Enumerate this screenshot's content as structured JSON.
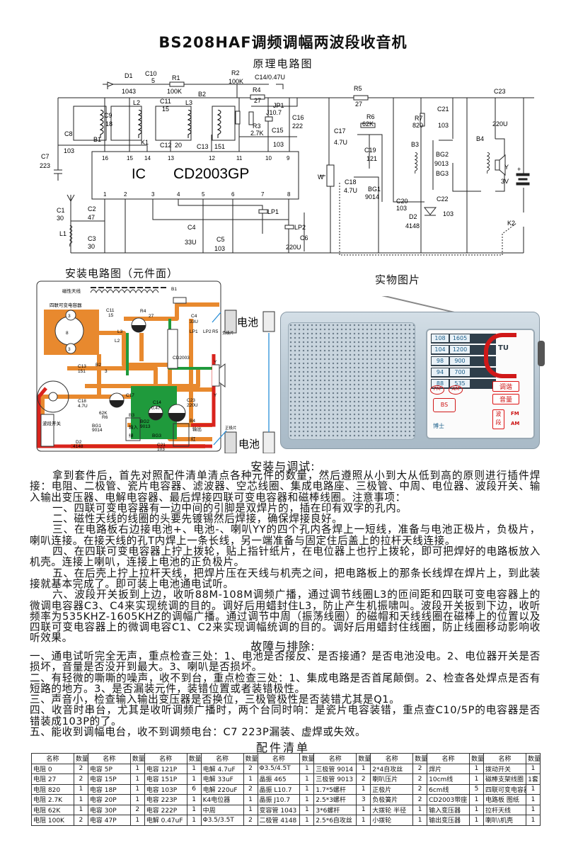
{
  "title": "BS208HAF调频调幅两波段收音机",
  "schematic": {
    "title": "原理电路图",
    "ic_label": "IC",
    "ic_model": "CD2003GP",
    "top_pins": [
      "16",
      "15",
      "14",
      "13",
      "12",
      "11",
      "10",
      "9"
    ],
    "bottom_pins": [
      "1",
      "2",
      "3",
      "4",
      "5",
      "6",
      "7",
      "8"
    ],
    "labels": [
      "D1",
      "1043",
      "C10",
      "5",
      "R1",
      "100K",
      "R2",
      "100K",
      "C14/0.47U",
      "R4",
      "27",
      "JP1",
      "J10.7",
      "R3",
      "2.7K",
      "C16",
      "222",
      "C15",
      "103",
      "L2",
      "L3",
      "B2",
      "C11",
      "15",
      "C9",
      "18",
      "B1",
      "C8",
      "103",
      "C7",
      "223",
      "K1",
      "C12",
      "20",
      "C13",
      "151",
      "C1",
      "30",
      "C2",
      "47",
      "L1",
      "C3",
      "30",
      "C4",
      "33U",
      "C5",
      "103",
      "LP1",
      "LP2",
      "C6",
      "220U",
      "W",
      "R5",
      "27",
      "C23",
      "220U",
      "R6",
      "62K",
      "C17",
      "4.7U",
      "C19",
      "121",
      "C18",
      "4.7U",
      "BG1",
      "9014",
      "B3",
      "R7",
      "820",
      "C21",
      "103",
      "BG2",
      "9013",
      "BG3",
      "C20",
      "103",
      "C22",
      "103",
      "D2",
      "4148",
      "B4",
      "Y",
      "3V",
      "+",
      "K2"
    ]
  },
  "pcb": {
    "title": "安装电路图（元件面）",
    "labels": [
      "磁性天线",
      "B1",
      "四联可变电容器",
      "8",
      "3",
      "3",
      "3",
      "R4",
      "27",
      "C11",
      "15",
      "L3",
      "L2",
      "C4",
      "33U",
      "LP1",
      "LP2",
      "R5",
      "C13",
      "151",
      "B2",
      "C18",
      "4.7U",
      "C17",
      "62K",
      "R6",
      "BG1",
      "9014",
      "B3",
      "输入",
      "绿",
      "B4",
      "输出",
      "红",
      "D2",
      "4148",
      "C14",
      "0.47",
      "BG2",
      "9013",
      "BG3",
      "C23",
      "220U",
      "CD2003",
      "波段开关",
      "Y",
      "Y",
      "C21",
      "103"
    ],
    "battery_label_top": "电池",
    "battery_label_bottom": "电池",
    "neg_plate": "负极片",
    "pos_plate": "正极片"
  },
  "photo": {
    "title": "实物图片",
    "fm_freqs": [
      "108",
      "104",
      "98",
      "94",
      "88"
    ],
    "am_freqs": [
      "1605",
      "1200",
      "900",
      "700",
      "535"
    ],
    "tune_mark": "TU",
    "tuning_label": "调谐",
    "volume_label": "音量",
    "band_label": "波段",
    "fm": "FM",
    "am": "AM",
    "brand": "博士",
    "logo_fm": "FM",
    "logo_am": "AM",
    "logo_bs": "BS"
  },
  "install": {
    "title": "安装与调试:",
    "paragraphs": [
      "拿到套件后，首先对照配件清单清点各种元件的数量，然后遵照从小到大从低到高的原则进行插件焊接：电阻、二极管、瓷片电容器、滤波器、空芯线圈、集成电路座、三极管、中周、电位器、波段开关、输入输出变压器、电解电容器、最后焊接四联可变电容器和磁棒线圈。注意事项：",
      "一、四联可变电容器有一边中间的引脚是双焊片的，插在印有双字的孔内。",
      "二、磁性天线的线圈的头要先镀锡然后焊接，确保焊接良好。",
      "三、在电路板右边接电池+、电池-、喇叭YY的四个孔内各焊上一短线，准备与电池正极片，负极片，喇叭连接。在接天线的孔T内焊上一条长线，另一端准备与固定住后盖上的拉杆天线连接。",
      "四、在四联可变电容器上拧上拨轮，贴上指针纸片，在电位器上也拧上拨轮，即可把焊好的电路板放入机壳。连接上喇叭，连接上电池的正负极片。",
      "五、在后壳上拧上拉杆天线，把焊片压在天线与机壳之间，把电路板上的那条长线焊在焊片上，到此装接就基本完成了。即可装上电池通电试听。",
      "六、波段开关扳到上边，收听88M-108M调频广播，通过调节线圈L3的匝间距和四联可变电容器上的微调电容器C3、C4来实现统调的目的。调好后用蜡封住L3，防止产生机振啸叫。波段开关扳到下边，收听频率为535KHZ-1605KHZ的调幅广播。通过调节中周（振荡线圈）的磁帽和天线线圈在磁棒上的位置以及四联可变电容器上的微调电容C1、C2来实现调幅统调的目的。调好后用蜡封住线圈，防止线圈移动影响收听效果。"
    ]
  },
  "faults": {
    "title": "故障与排除:",
    "paragraphs": [
      "一、通电试听完全无声，重点检查三处：1、电池是否接反、是否接通？是否电池没电。2、电位器开关是否损坏，音量是否没开到最大。3、喇叭是否损坏。",
      "二、有轻微的嘶嘶的噪声，收不到台，重点检查三处：1、集成电路是否首尾颠倒。2、检查各处焊点是否有短路的地方。3、是否漏装元件，装错位置或者装错极性。",
      "三、声音小，检查输入输出变压器是否换位，三极管极性是否装错尤其是Q1。",
      "四、收音时串台，尤其是收听调频广播时，两个台同时响：是瓷片电容装错，重点查C10/5P的电容器是否错装成103P的了。",
      "五、能收到调幅电台，收不到调频电台：C7 223P漏装、虚焊或失效。"
    ]
  },
  "parts": {
    "title": "配件清单",
    "header_name": "名称",
    "header_qty": "数量",
    "rows": [
      [
        [
          "电阻  0",
          "2"
        ],
        [
          "电容  5P",
          "1"
        ],
        [
          "电容 121P",
          "1"
        ],
        [
          "电解 4.7uF",
          "2"
        ],
        [
          "Φ3.5/4.5T",
          "1"
        ],
        [
          "三极管 9014",
          "1"
        ],
        [
          "2*4自攻丝",
          "2"
        ],
        [
          "焊片",
          "1"
        ],
        [
          "拨动开关",
          "1"
        ]
      ],
      [
        [
          "电阻  27",
          "2"
        ],
        [
          "电容 15P",
          "1"
        ],
        [
          "电容 151P",
          "1"
        ],
        [
          "电解 33uF",
          "1"
        ],
        [
          "晶振 465",
          "1"
        ],
        [
          "三极管 9013",
          "2"
        ],
        [
          "喇叭压片",
          "2"
        ],
        [
          "10cm线",
          "1"
        ],
        [
          "磁棒支架线圈",
          "1套"
        ]
      ],
      [
        [
          "电阻  820",
          "1"
        ],
        [
          "电容 18P",
          "1"
        ],
        [
          "电容 103P",
          "6"
        ],
        [
          "电解 220uF",
          "2"
        ],
        [
          "晶振 L10.7",
          "1"
        ],
        [
          "1.7*5螺杆",
          "1"
        ],
        [
          "正极片",
          "2"
        ],
        [
          "6cm线",
          "5"
        ],
        [
          "四联可变电容器",
          "1"
        ]
      ],
      [
        [
          "电阻 2.7K",
          "1"
        ],
        [
          "电容 20P",
          "1"
        ],
        [
          "电容 223P",
          "1"
        ],
        [
          "K4电位器",
          "1"
        ],
        [
          "晶振 J10.7",
          "1"
        ],
        [
          "2.5*3螺杆",
          "3"
        ],
        [
          "负极簧片",
          "2"
        ],
        [
          "CD2003带座",
          "1"
        ],
        [
          "电路板 图纸",
          "1"
        ]
      ],
      [
        [
          "电阻 62K",
          "1"
        ],
        [
          "电容 30P",
          "2"
        ],
        [
          "电容 222P",
          "1"
        ],
        [
          "中周",
          "1"
        ],
        [
          "变容管 1043",
          "1"
        ],
        [
          "3*6螺杆",
          "1"
        ],
        [
          "大拨轮 半径",
          "1"
        ],
        [
          "输入变压器",
          "1"
        ],
        [
          "拉杆天线",
          "1"
        ]
      ],
      [
        [
          "电阻 100K",
          "2"
        ],
        [
          "电容 47P",
          "1"
        ],
        [
          "电解 0.47uF",
          "1"
        ],
        [
          "Φ3.5/3.5T",
          "2"
        ],
        [
          "二极管 4148",
          "1"
        ],
        [
          "2.5*6自攻丝",
          "1"
        ],
        [
          "小拨轮",
          "1"
        ],
        [
          "输出变压器",
          "1"
        ],
        [
          "喇叭\\机壳",
          "1"
        ]
      ]
    ]
  },
  "colors": {
    "pcb_orange": "#e8892e",
    "pcb_green": "#1f9a3c",
    "pcb_red": "#d9231d",
    "panel_red": "#d01818"
  }
}
